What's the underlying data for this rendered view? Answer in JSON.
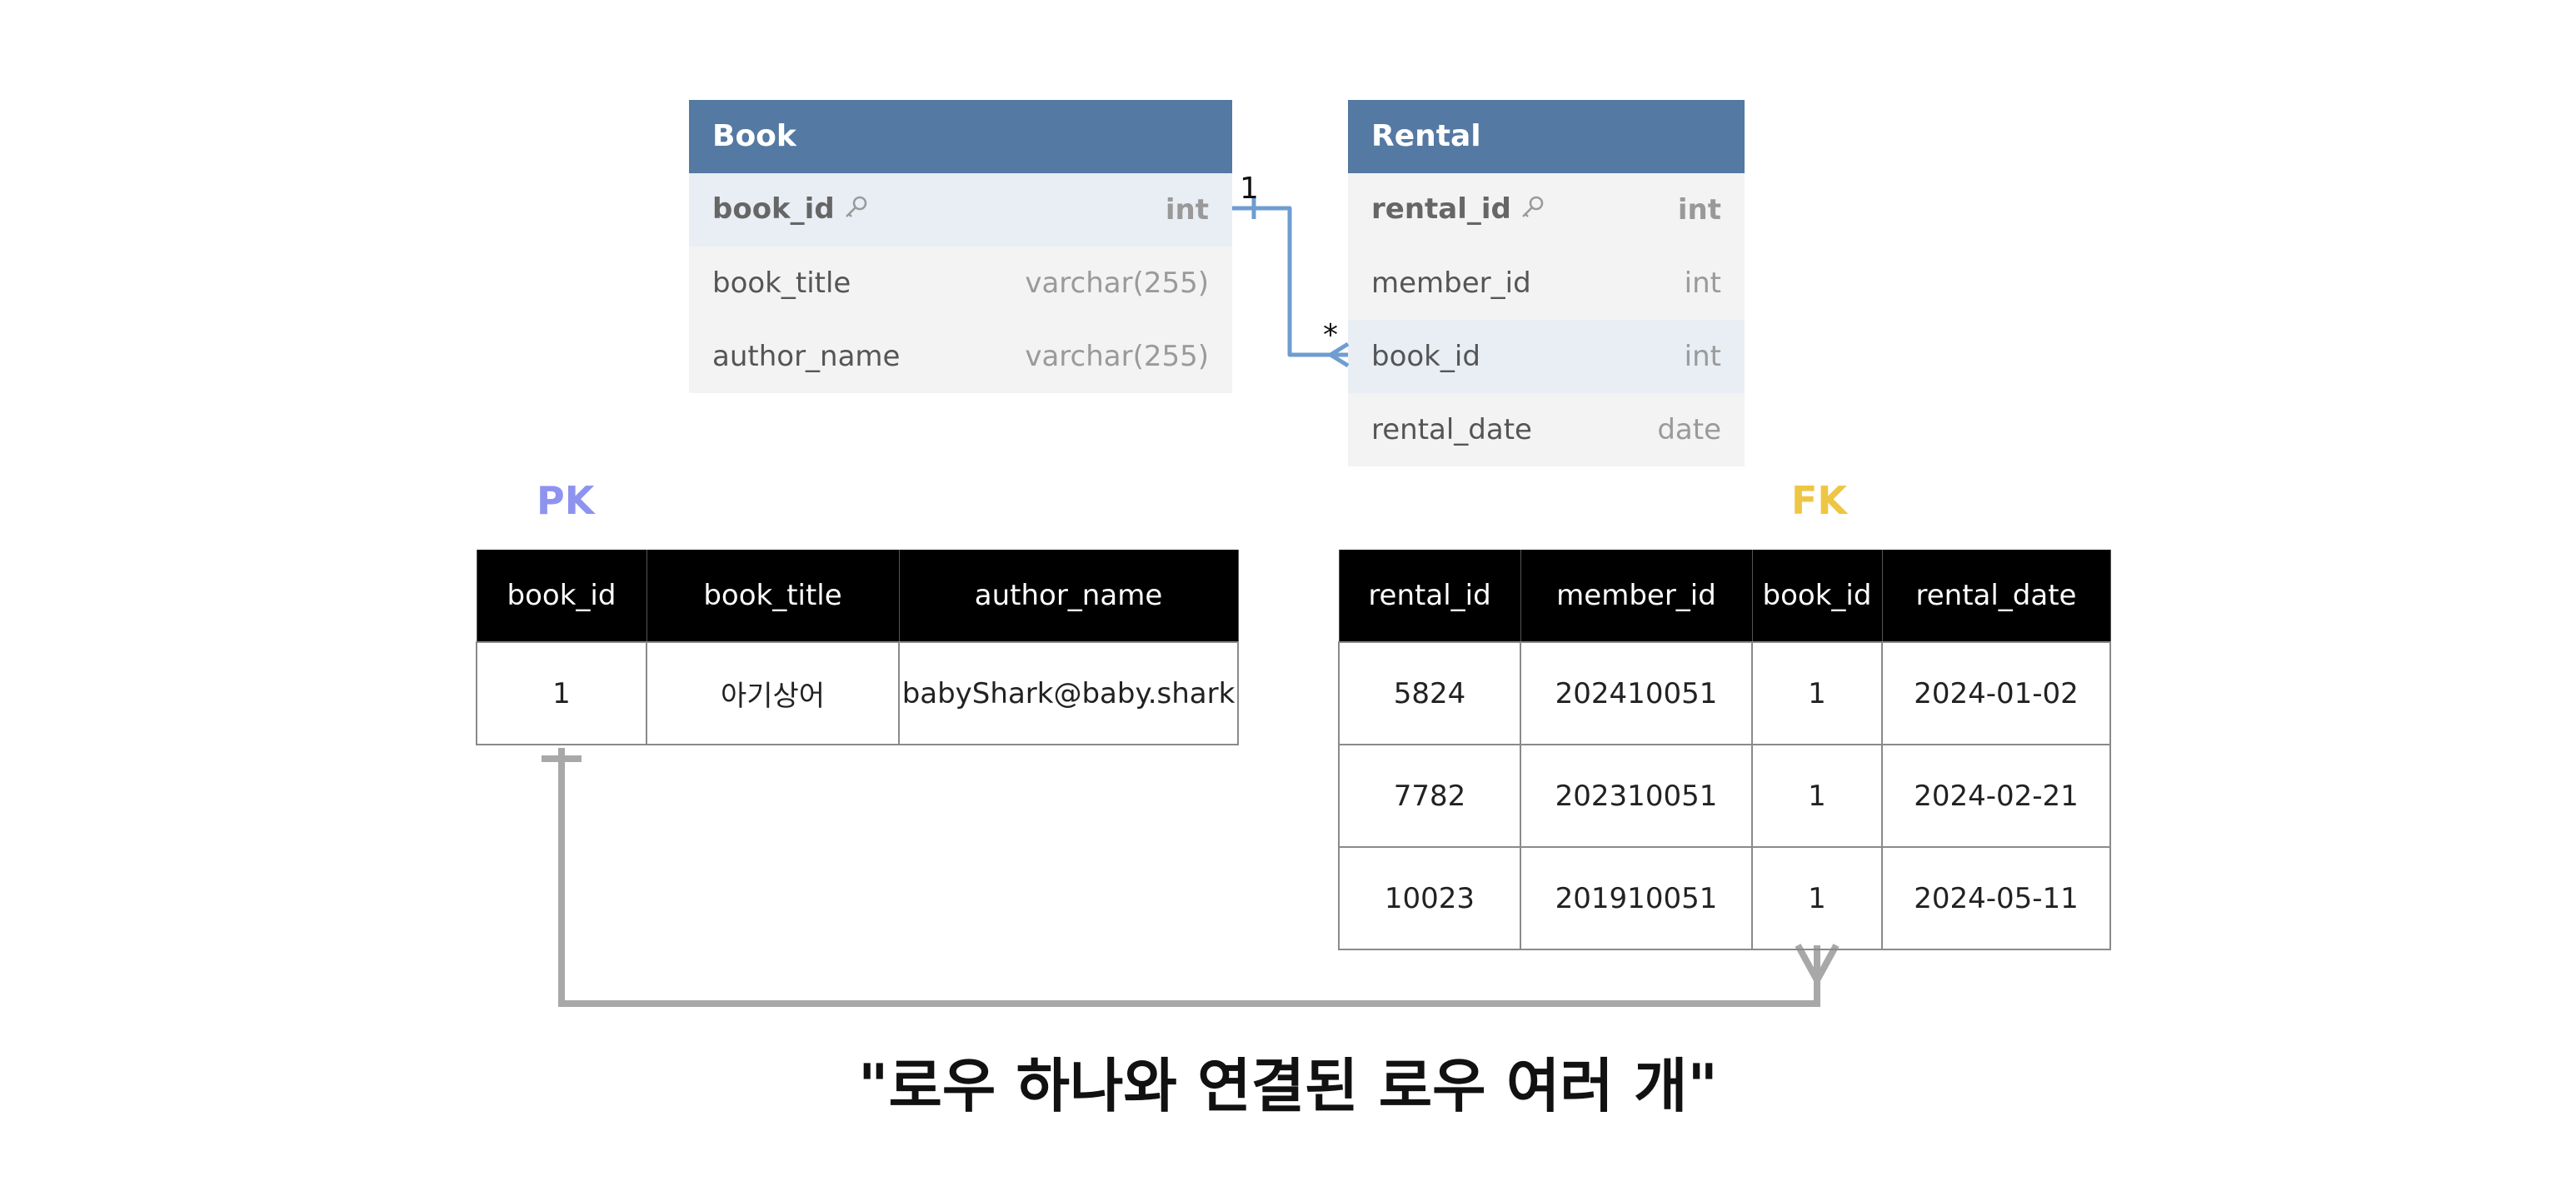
{
  "book_entity": {
    "title": "Book",
    "columns": [
      {
        "name": "book_id",
        "type": "int",
        "is_pk": true
      },
      {
        "name": "book_title",
        "type": "varchar(255)"
      },
      {
        "name": "author_name",
        "type": "varchar(255)"
      }
    ]
  },
  "rental_entity": {
    "title": "Rental",
    "columns": [
      {
        "name": "rental_id",
        "type": "int",
        "is_pk": true
      },
      {
        "name": "member_id",
        "type": "int"
      },
      {
        "name": "book_id",
        "type": "int"
      },
      {
        "name": "rental_date",
        "type": "date"
      }
    ]
  },
  "relationship": {
    "one_label": "1",
    "many_label": "*",
    "line_color": "#6f9dd0",
    "connector_color": "#a8a8a8"
  },
  "pk_tag": {
    "label": "PK",
    "color": "#8e93f0"
  },
  "fk_tag": {
    "label": "FK",
    "color": "#eec645"
  },
  "book_table": {
    "headers": [
      "book_id",
      "book_title",
      "author_name"
    ],
    "rows": [
      [
        "1",
        "아기상어",
        "babyShark@baby.shark"
      ]
    ]
  },
  "rental_table": {
    "headers": [
      "rental_id",
      "member_id",
      "book_id",
      "rental_date"
    ],
    "rows": [
      [
        "5824",
        "202410051",
        "1",
        "2024-01-02"
      ],
      [
        "7782",
        "202310051",
        "1",
        "2024-02-21"
      ],
      [
        "10023",
        "201910051",
        "1",
        "2024-05-11"
      ]
    ]
  },
  "caption": "\"로우 하나와 연결된 로우 여러 개\""
}
